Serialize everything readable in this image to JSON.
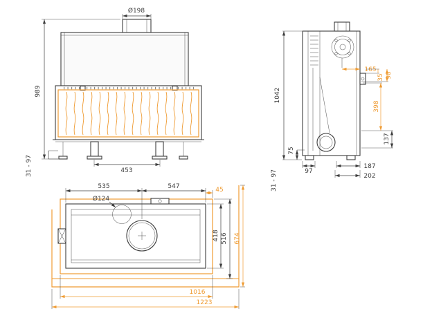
{
  "drawing": {
    "background": "#ffffff",
    "line_color": "#3d3d3d",
    "accent_color": "#ef9b32"
  },
  "front_view": {
    "dim_flue_diameter": "Ø198",
    "dim_overall_height": "989",
    "dim_foot_adjust": "31 - 97",
    "dim_foot_spacing": "453"
  },
  "side_view": {
    "dim_overall_height": "1042",
    "dim_flue_center_to_back": "165",
    "dim_top_offset": "35",
    "dim_collar_offset": "98",
    "dim_rear_panel": "398",
    "dim_outlet_height": "137",
    "dim_front_foot": "75",
    "dim_foot_adjust": "31 - 97",
    "dim_base_front_depth": "97",
    "dim_base_rear_depth": "187",
    "dim_base_total_depth": "202"
  },
  "plan_view": {
    "dim_left_section": "535",
    "dim_right_section": "547",
    "dim_air_inlet_diameter": "Ø124",
    "dim_frame_offset": "45",
    "dim_body_depth": "418",
    "dim_frame_depth": "516",
    "dim_bench_depth": "674",
    "dim_frame_width": "1016",
    "dim_bench_width": "1223"
  }
}
